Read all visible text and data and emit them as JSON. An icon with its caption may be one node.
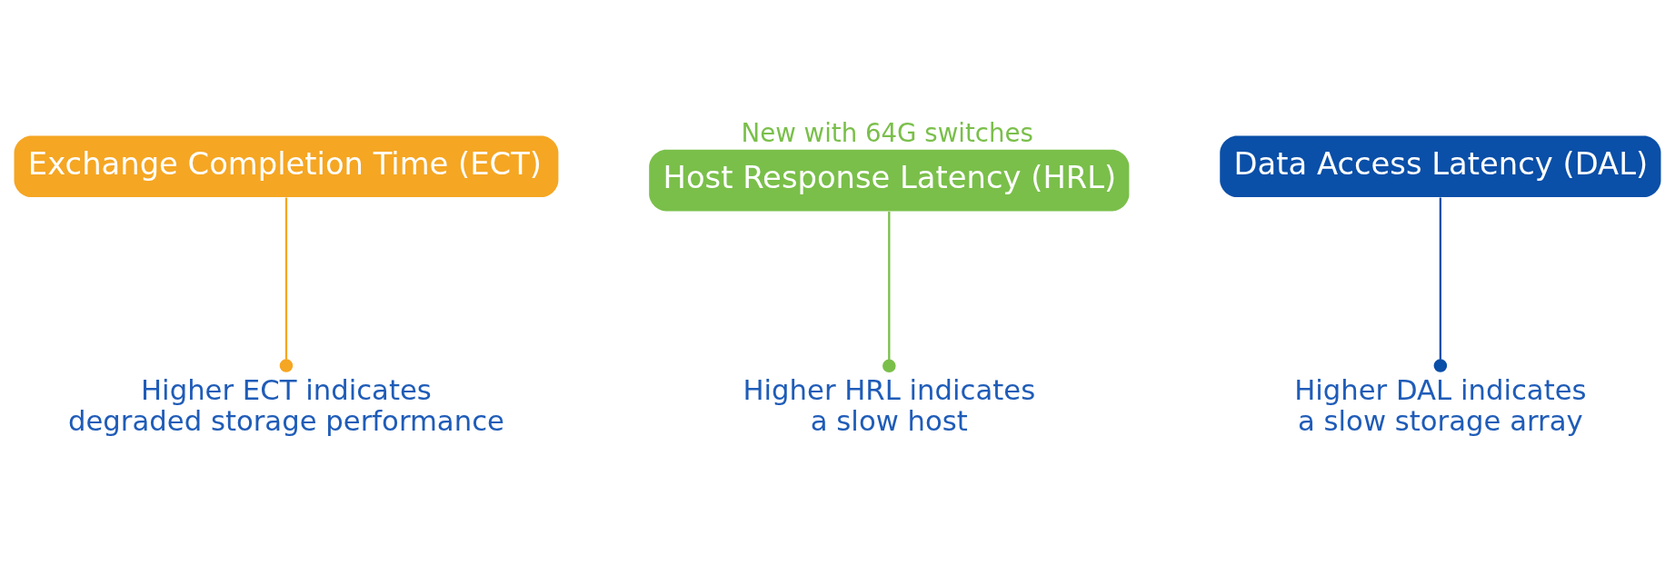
{
  "diagram": {
    "nodes": [
      {
        "text": [
          "Exchange Completion Time (ECT)"
        ]
      },
      {
        "text": [
          "Host Response Latency (HRL)"
        ],
        "beside": [
          "New with 64G switches"
        ]
      },
      {
        "text": [
          "Data Access Latency (DAL)"
        ]
      },
      {
        "text": [
          "Higher ECT indicates degraded storage performance"
        ]
      },
      {
        "text": [
          "Higher HRL indicates a slow host"
        ]
      },
      {
        "text": [
          "Higher DAL indicates a slow storage array"
        ]
      }
    ],
    "edges": [
      {
        "from": 0,
        "to": 3,
        "arrow": "other",
        "color": "#f5a623"
      },
      {
        "from": 1,
        "to": 4,
        "arrow": "other",
        "color": "#7abf4a"
      },
      {
        "from": 2,
        "to": 5,
        "arrow": "other",
        "color": "#0a4fa8"
      }
    ]
  }
}
